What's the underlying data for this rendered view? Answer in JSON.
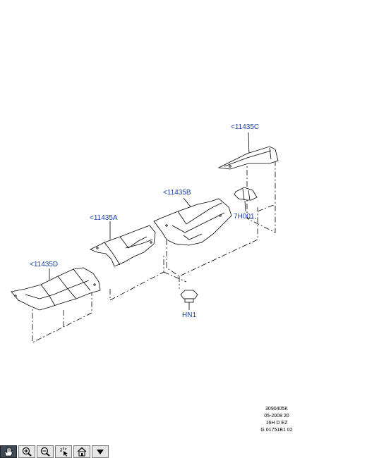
{
  "callouts": [
    {
      "id": "11435C",
      "label": "<11435C"
    },
    {
      "id": "11435B",
      "label": "<11435B"
    },
    {
      "id": "11435A",
      "label": "<11435A"
    },
    {
      "id": "11435D",
      "label": "<11435D"
    },
    {
      "id": "7H001",
      "label": "7H001"
    },
    {
      "id": "HN1",
      "label": "HN1"
    }
  ],
  "reference": {
    "line1": "3090405K",
    "line2": "05-2008 20",
    "line3": "16H D EZ",
    "line4": "G 01751B1 02"
  },
  "toolbar": {
    "buttons": [
      {
        "name": "pan",
        "icon": "hand-pan-icon",
        "active": true
      },
      {
        "name": "zoom-in",
        "icon": "zoom-in-icon"
      },
      {
        "name": "zoom-out",
        "icon": "zoom-out-icon"
      },
      {
        "name": "select",
        "icon": "select-cursor-icon"
      },
      {
        "name": "home",
        "icon": "home-icon"
      },
      {
        "name": "menu",
        "icon": "dropdown-arrow-icon"
      }
    ]
  },
  "colors": {
    "callout": "#1a3fa8",
    "line": "#000000",
    "toolbar_active": "#3d4a57"
  }
}
